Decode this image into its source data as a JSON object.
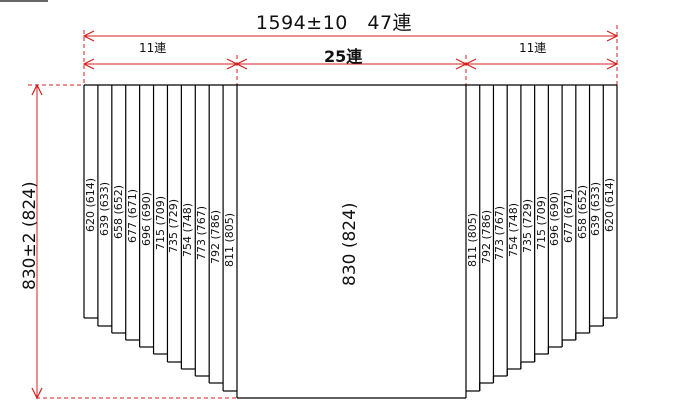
{
  "diagram": {
    "title": "1594±10　47連",
    "colors": {
      "dimension": "#d42020",
      "outline": "#000000",
      "topbar": "#666666"
    },
    "top_dimension": {
      "label": "1594±10　47連",
      "total_panels": 47
    },
    "section_dimensions": [
      {
        "label": "11連",
        "position": "left"
      },
      {
        "label": "25連",
        "position": "center"
      },
      {
        "label": "11連",
        "position": "right"
      }
    ],
    "height_dimension": {
      "label": "830±2 (824)"
    },
    "center_panel": {
      "label": "830 (824)"
    },
    "left_panels": [
      "620 (614)",
      "639 (633)",
      "658 (652)",
      "677 (671)",
      "696 (690)",
      "715 (709)",
      "735 (729)",
      "754 (748)",
      "773 (767)",
      "792 (786)",
      "811 (805)"
    ],
    "right_panels": [
      "811 (805)",
      "792 (786)",
      "773 (767)",
      "754 (748)",
      "735 (729)",
      "715 (709)",
      "696 (690)",
      "677 (671)",
      "658 (652)",
      "639 (633)",
      "620 (614)"
    ]
  }
}
